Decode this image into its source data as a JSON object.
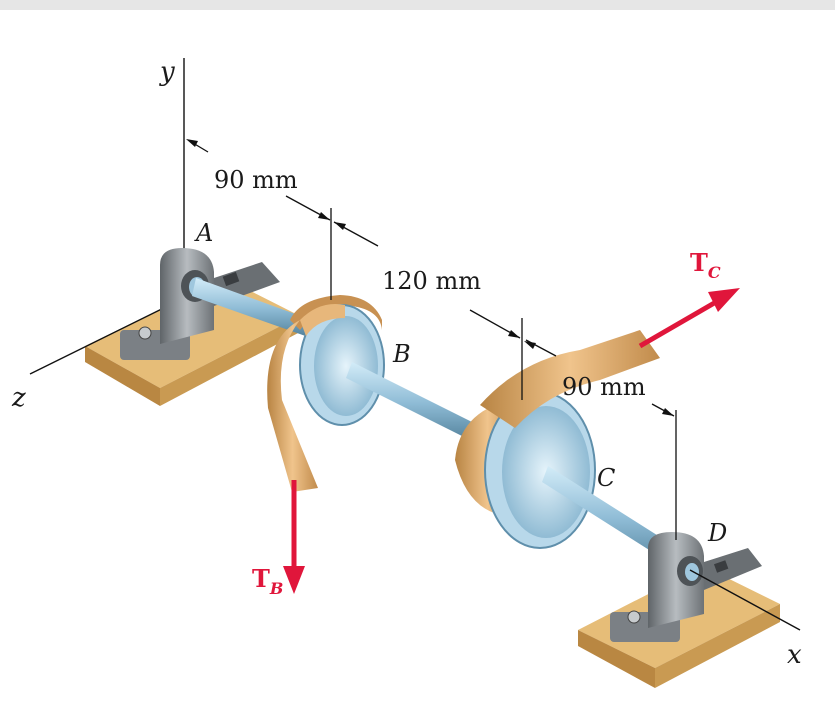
{
  "axes": {
    "x": "x",
    "y": "y",
    "z": "z"
  },
  "points": {
    "A": "A",
    "B": "B",
    "C": "C",
    "D": "D"
  },
  "dimensions": {
    "d1": "90 mm",
    "d2": "120 mm",
    "d3": "90 mm"
  },
  "forces": {
    "TB": {
      "main": "T",
      "sub": "B"
    },
    "TC": {
      "main": "T",
      "sub": "C"
    }
  },
  "colors": {
    "force": "#e0163b",
    "shaft": "#8fbcd6",
    "belt": "#d9a86e",
    "bearing": "#8a8f94",
    "base": "#c89a4f"
  }
}
